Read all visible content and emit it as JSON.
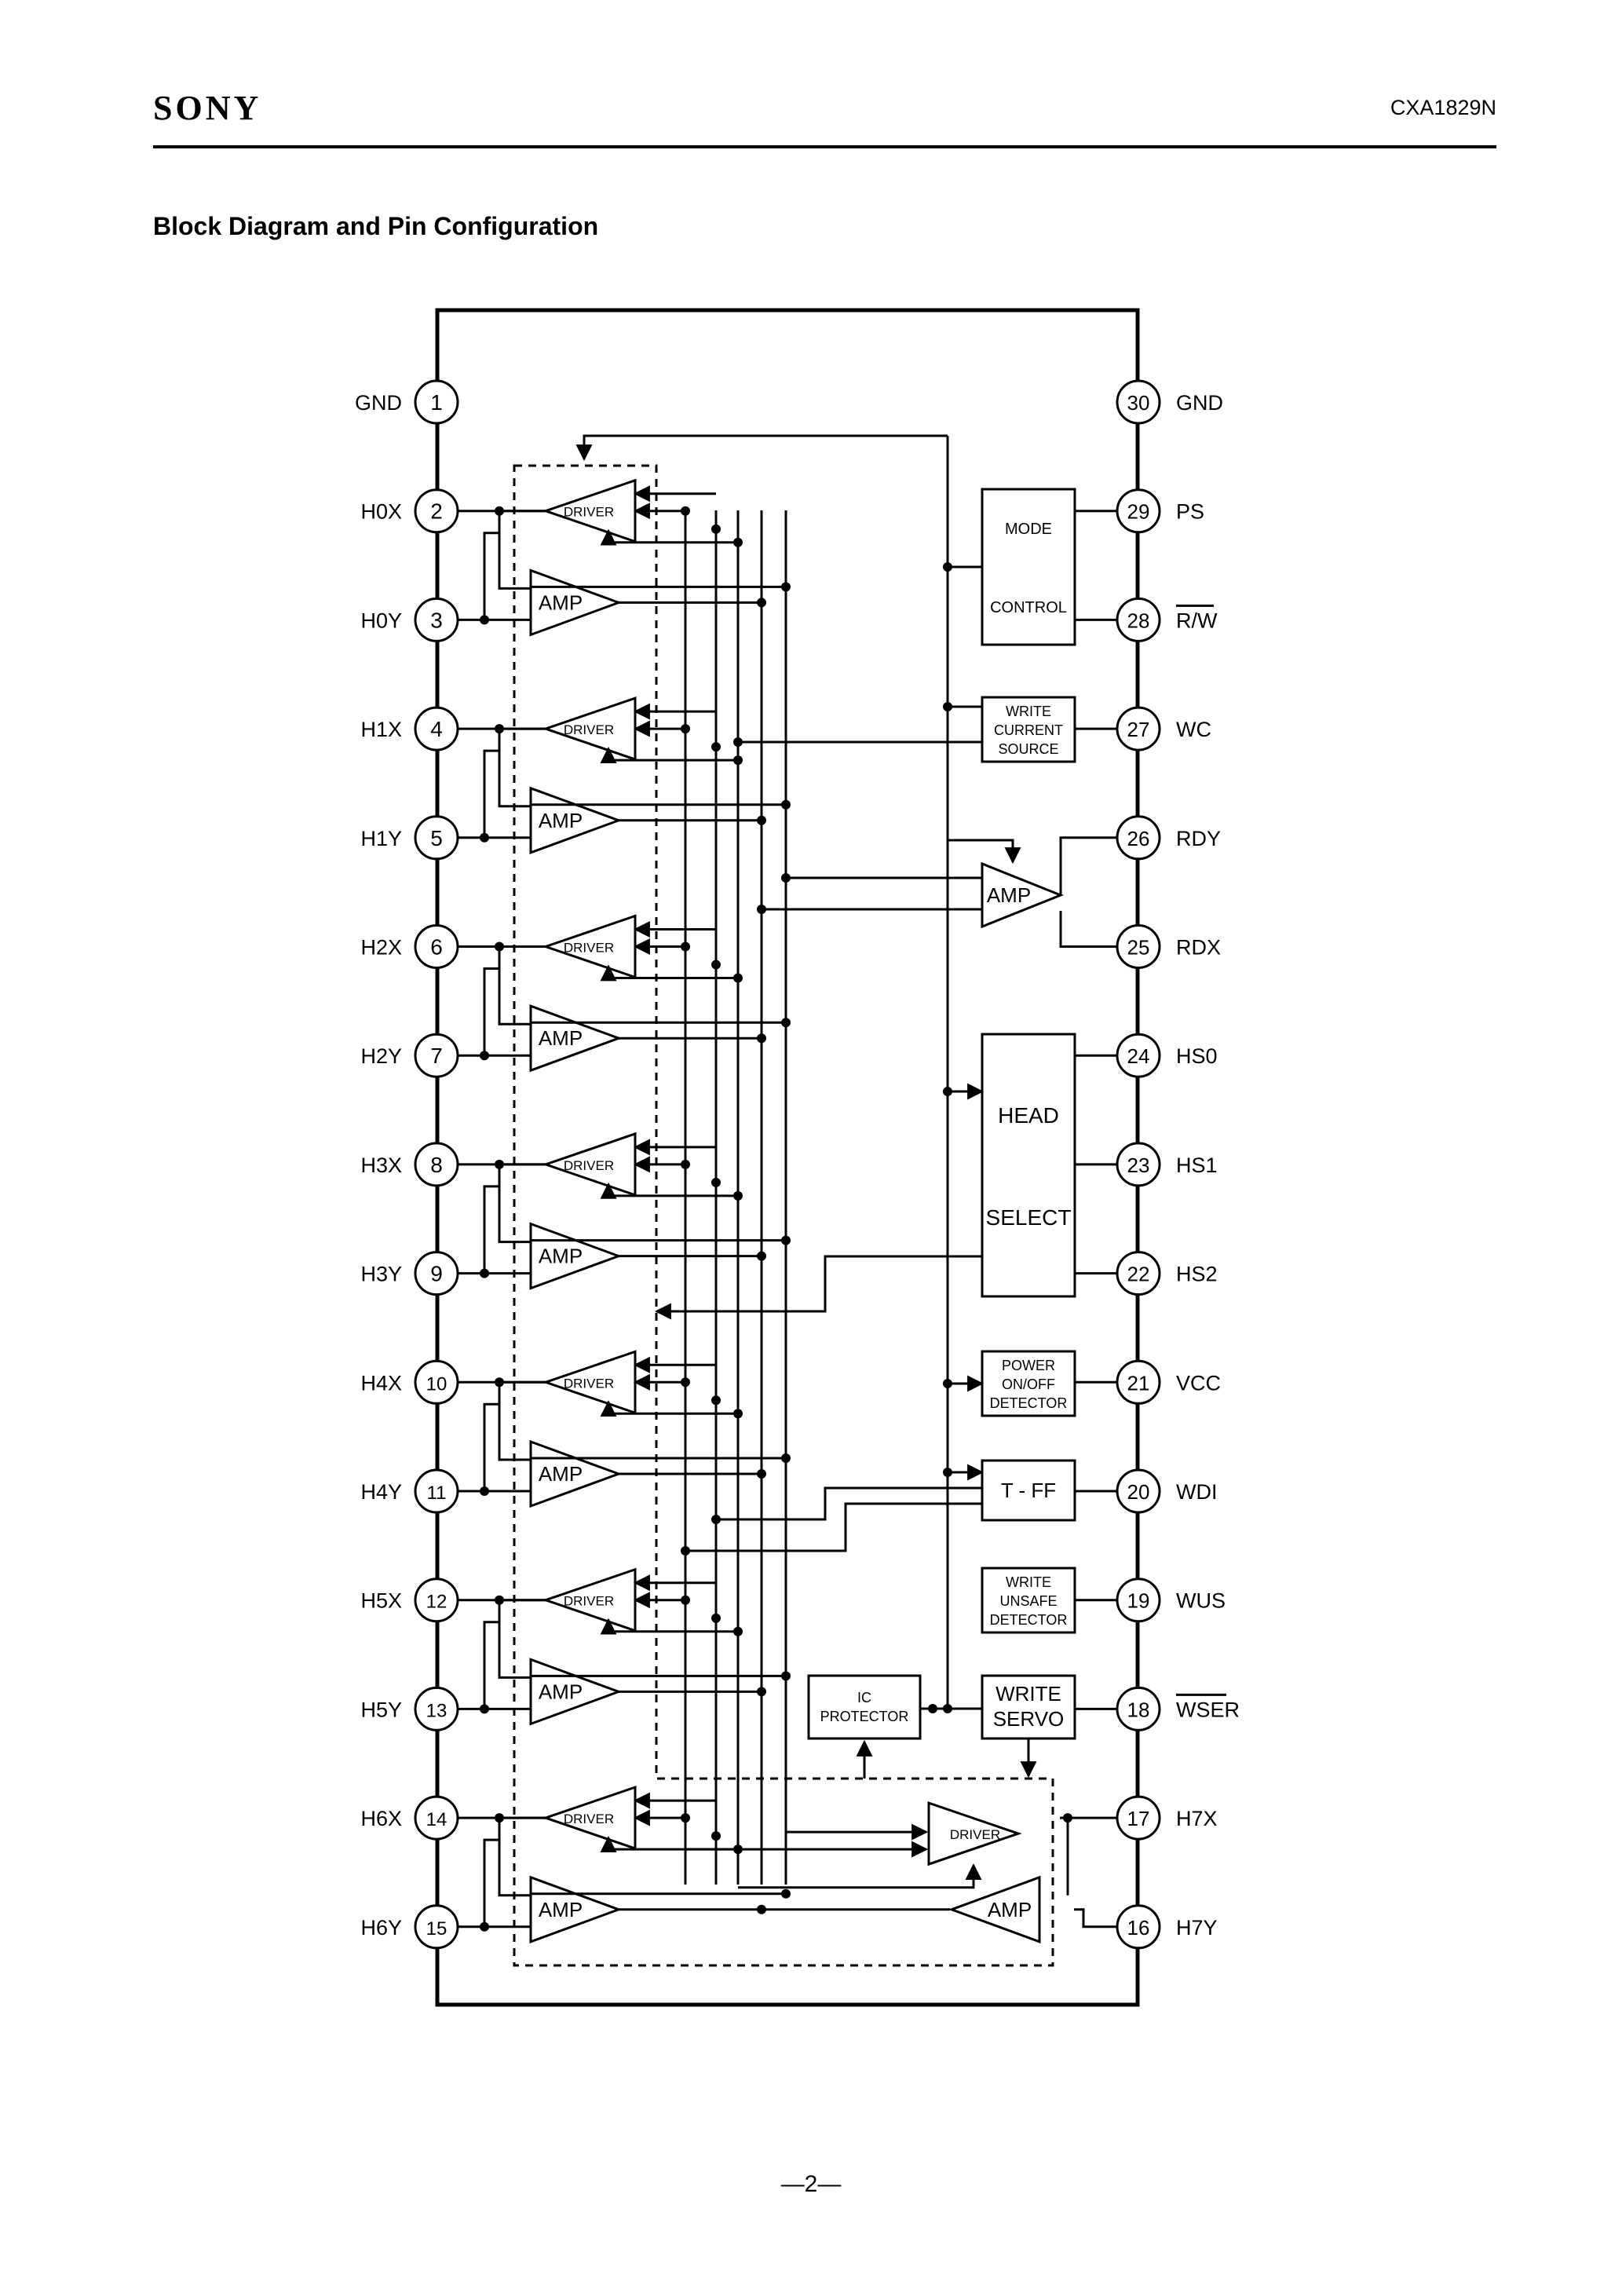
{
  "header": {
    "brand": "SONY",
    "part_number": "CXA1829N"
  },
  "section_title": "Block Diagram and Pin Configuration",
  "pins_left": [
    {
      "num": "1",
      "name": "GND"
    },
    {
      "num": "2",
      "name": "H0X"
    },
    {
      "num": "3",
      "name": "H0Y"
    },
    {
      "num": "4",
      "name": "H1X"
    },
    {
      "num": "5",
      "name": "H1Y"
    },
    {
      "num": "6",
      "name": "H2X"
    },
    {
      "num": "7",
      "name": "H2Y"
    },
    {
      "num": "8",
      "name": "H3X"
    },
    {
      "num": "9",
      "name": "H3Y"
    },
    {
      "num": "10",
      "name": "H4X"
    },
    {
      "num": "11",
      "name": "H4Y"
    },
    {
      "num": "12",
      "name": "H5X"
    },
    {
      "num": "13",
      "name": "H5Y"
    },
    {
      "num": "14",
      "name": "H6X"
    },
    {
      "num": "15",
      "name": "H6Y"
    }
  ],
  "pins_right": [
    {
      "num": "30",
      "name": "GND"
    },
    {
      "num": "29",
      "name": "PS"
    },
    {
      "num": "28",
      "name": "R/W"
    },
    {
      "num": "27",
      "name": "WC"
    },
    {
      "num": "26",
      "name": "RDY"
    },
    {
      "num": "25",
      "name": "RDX"
    },
    {
      "num": "24",
      "name": "HS0"
    },
    {
      "num": "23",
      "name": "HS1"
    },
    {
      "num": "22",
      "name": "HS2"
    },
    {
      "num": "21",
      "name": "VCC"
    },
    {
      "num": "20",
      "name": "WDI"
    },
    {
      "num": "19",
      "name": "WUS"
    },
    {
      "num": "18",
      "name": "WSER"
    },
    {
      "num": "17",
      "name": "H7X"
    },
    {
      "num": "16",
      "name": "H7Y"
    }
  ],
  "blocks": {
    "driver": "DRIVER",
    "amp": "AMP",
    "mode_top": "MODE",
    "mode_bottom": "CONTROL",
    "wcs": [
      "WRITE",
      "CURRENT",
      "SOURCE"
    ],
    "head_top": "HEAD",
    "head_bottom": "SELECT",
    "power": [
      "POWER",
      "ON/OFF",
      "DETECTOR"
    ],
    "tff": "T - FF",
    "wus": [
      "WRITE",
      "UNSAFE",
      "DETECTOR"
    ],
    "servo": [
      "WRITE",
      "SERVO"
    ],
    "ic": [
      "IC",
      "PROTECTOR"
    ]
  },
  "footer": {
    "page": "—2—"
  }
}
